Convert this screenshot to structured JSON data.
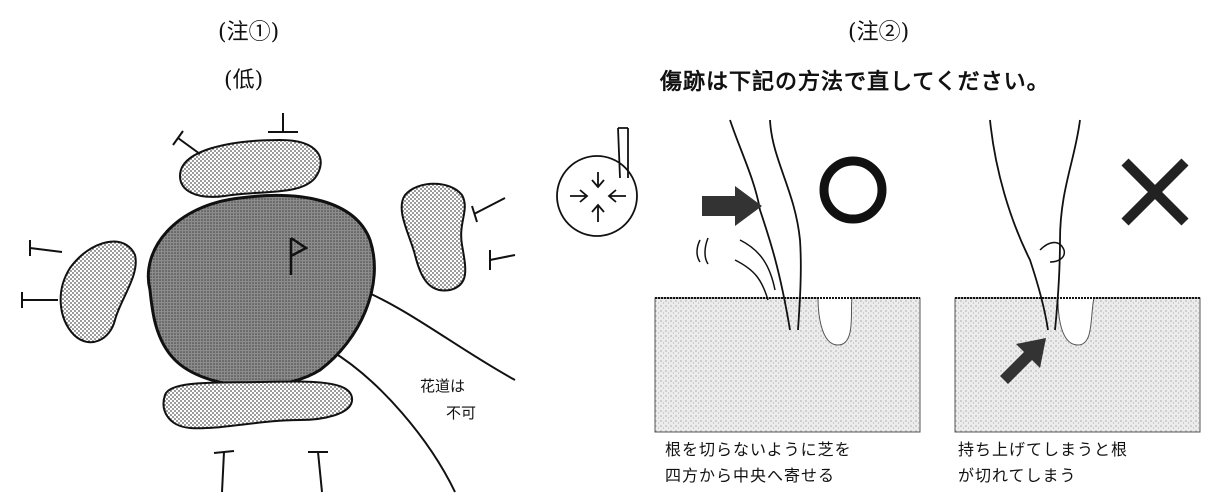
{
  "left": {
    "note_label": "(注①)",
    "level_label": "(低)",
    "path_label_line1": "花道は",
    "path_label_line2": "不可"
  },
  "right": {
    "note_label": "(注②)",
    "instruction": "傷跡は下記の方法で直してください。",
    "good_symbol": "○",
    "bad_symbol": "×",
    "good_caption_line1": "根を切らないように芝を",
    "good_caption_line2": "四方から中央へ寄せる",
    "bad_caption_line1": "持ち上げてしまうと根",
    "bad_caption_line2": "が切れてしまう"
  },
  "colors": {
    "green_fill": "#9a9a9a",
    "bunker_fill": "#cfcfcf",
    "soil_fill": "#e2e2e2",
    "line": "#111111"
  }
}
